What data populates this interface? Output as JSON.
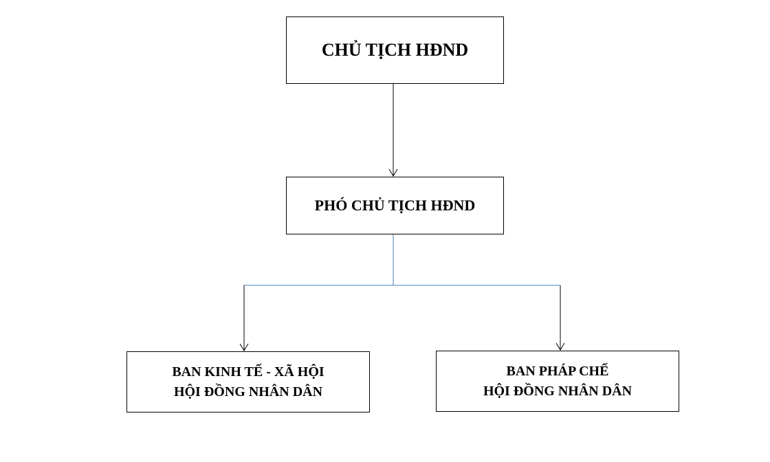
{
  "diagram": {
    "chairman": "CHỦ TỊCH HĐND",
    "vice_chairman": "PHÓ CHỦ TỊCH HĐND",
    "committee_econ": {
      "line1": "BAN KINH TẾ - XÃ HỘI",
      "line2": "HỘI ĐỒNG NHÂN DÂN"
    },
    "committee_legal": {
      "line1": "BAN PHÁP CHẾ",
      "line2": "HỘI ĐỒNG NHÂN DÂN"
    }
  },
  "colors": {
    "line": "#000000",
    "branch_line": "#4a7fb0"
  }
}
